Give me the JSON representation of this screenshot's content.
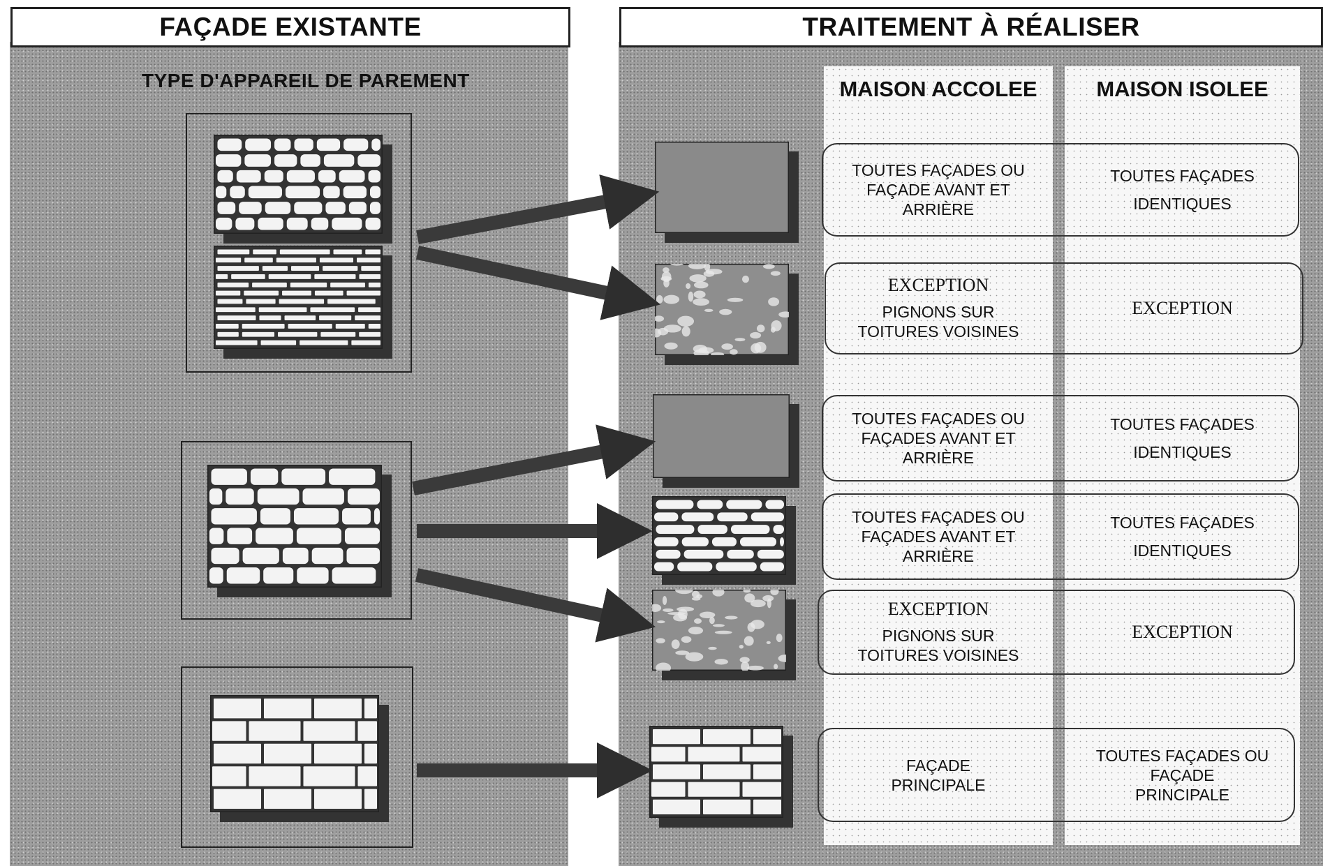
{
  "left": {
    "title": "FAÇADE EXISTANTE",
    "subtitle": "TYPE D'APPAREIL DE PAREMENT"
  },
  "right": {
    "title": "TRAITEMENT À RÉALISER",
    "columns": [
      "MAISON ACCOLEE",
      "MAISON ISOLEE"
    ],
    "rows": [
      {
        "accolee": {
          "lines": [
            "TOUTES FAÇADES OU",
            "FAÇADE AVANT ET",
            "ARRIÈRE"
          ]
        },
        "isolee": {
          "lines": [
            "TOUTES FAÇADES",
            "IDENTIQUES"
          ]
        }
      },
      {
        "accolee": {
          "exception": "EXCEPTION",
          "lines": [
            "PIGNONS SUR",
            "TOITURES VOISINES"
          ]
        },
        "isolee": {
          "exception": "EXCEPTION"
        }
      },
      {
        "accolee": {
          "lines": [
            "TOUTES FAÇADES OU",
            "FAÇADES AVANT ET",
            "ARRIÈRE"
          ]
        },
        "isolee": {
          "lines": [
            "TOUTES FAÇADES",
            "IDENTIQUES"
          ]
        }
      },
      {
        "accolee": {
          "lines": [
            "TOUTES FAÇADES OU",
            "FAÇADES AVANT ET",
            "ARRIÈRE"
          ]
        },
        "isolee": {
          "lines": [
            "TOUTES FAÇADES",
            "IDENTIQUES"
          ]
        }
      },
      {
        "accolee": {
          "exception": "EXCEPTION",
          "lines": [
            "PIGNONS SUR",
            "TOITURES VOISINES"
          ]
        },
        "isolee": {
          "exception": "EXCEPTION"
        }
      },
      {
        "accolee": {
          "lines": [
            "FAÇADE",
            "PRINCIPALE"
          ]
        },
        "isolee": {
          "lines": [
            "TOUTES FAÇADES OU",
            "FAÇADE",
            "PRINCIPALE"
          ]
        }
      }
    ]
  },
  "colors": {
    "panel": "#9e9e9e",
    "arrow": "#3a3a3a",
    "column": "#f7f7f7",
    "border": "#222222"
  }
}
